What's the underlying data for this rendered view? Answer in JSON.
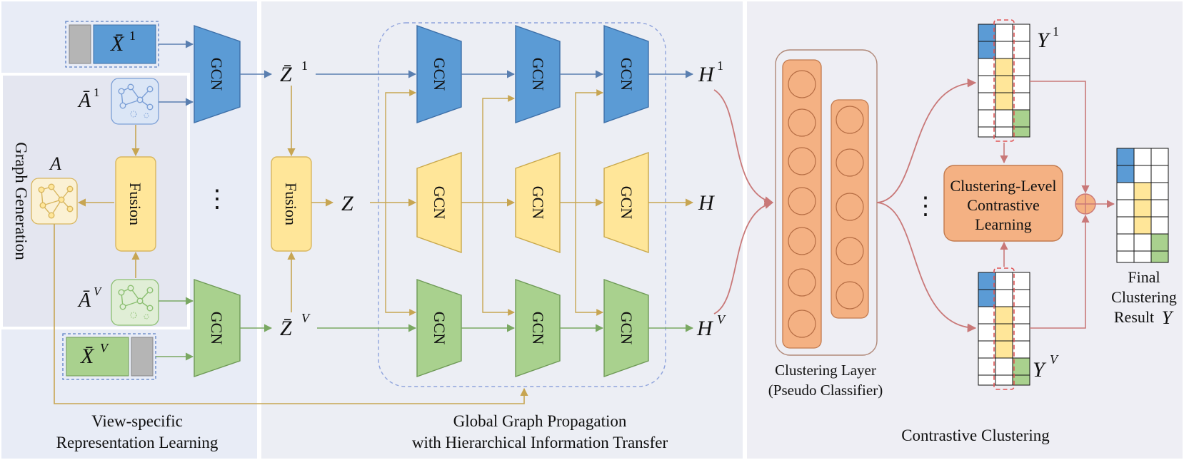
{
  "panels": {
    "left_title_1": "View-specific",
    "left_title_2": "Representation Learning",
    "middle_title_1": "Global Graph Propagation",
    "middle_title_2": "with Hierarchical Information Transfer",
    "right_title": "Contrastive Clustering",
    "graph_generation": "Graph Generation"
  },
  "labels": {
    "gcn": "GCN",
    "fusion": "Fusion",
    "a": "A",
    "z": "Z",
    "h": "H",
    "h1_base": "H",
    "h1_sup": "1",
    "hv_base": "H",
    "hv_sup": "V",
    "z1_base": "Z̄",
    "z1_sup": "1",
    "zv_base": "Z̄",
    "zv_sup": "V",
    "x1_base": "X̄",
    "x1_sup": "1",
    "xv_base": "X̄",
    "xv_sup": "V",
    "a1_base": "Ā",
    "a1_sup": "1",
    "av_base": "Ā",
    "av_sup": "V",
    "y1_base": "Y",
    "y1_sup": "1",
    "yv_base": "Y",
    "yv_sup": "V",
    "dots": "⋮"
  },
  "clustering": {
    "layer_1": "Clustering Layer",
    "layer_2": "(Pseudo Classifier)",
    "cl_1": "Clustering-Level",
    "cl_2": "Contrastive",
    "cl_3": "Learning",
    "final_1": "Final",
    "final_2": "Clustering",
    "final_3": "Result",
    "final_y": "Y"
  },
  "colors": {
    "blue": "#5b9bd5",
    "blue_dark": "#3d6fa8",
    "yellow": "#ffe699",
    "yellow_dark": "#c9a84a",
    "green": "#a9d18e",
    "green_dark": "#6f9a57",
    "orange": "#f4b183",
    "orange_dark": "#c27a4e",
    "panel": "#ebeef6",
    "arrow_blue": "#5a7fb0",
    "arrow_gold": "#c7a552",
    "arrow_green": "#7aa862",
    "arrow_red": "#c97878"
  }
}
